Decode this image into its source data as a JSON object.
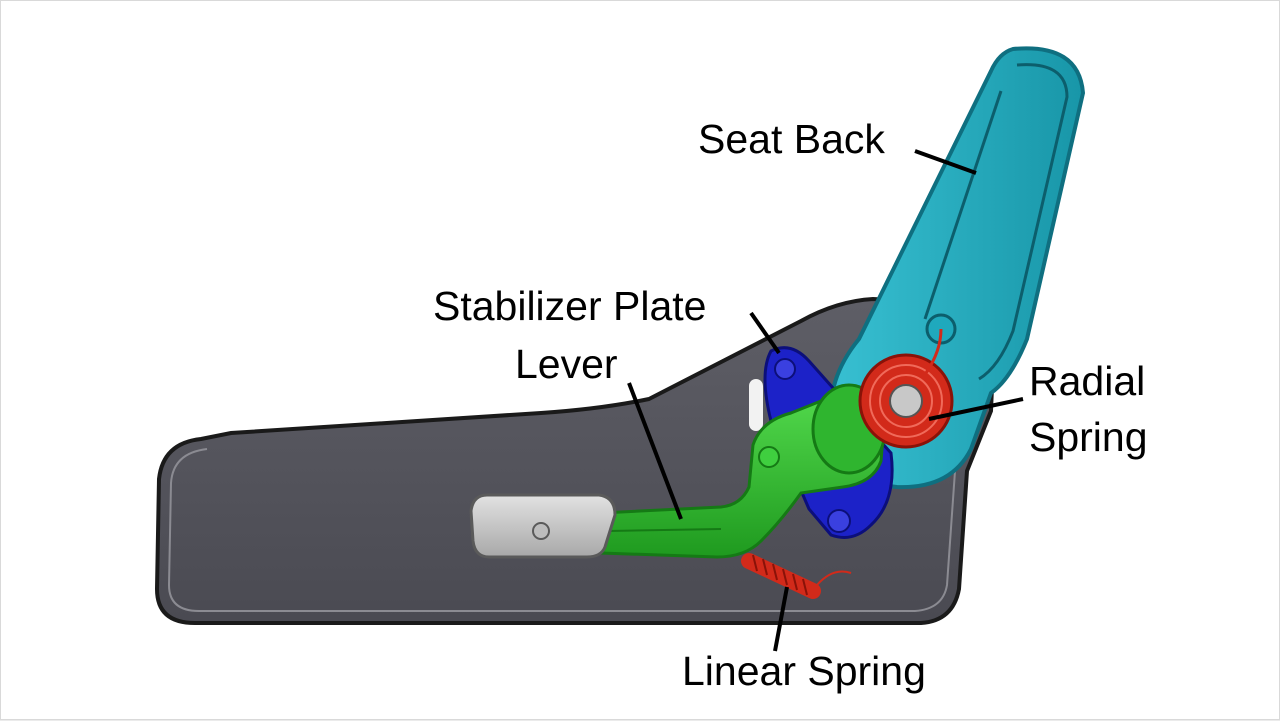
{
  "diagram": {
    "labels": {
      "seat_back": "Seat Back",
      "stabilizer_plate": "Stabilizer Plate",
      "lever": "Lever",
      "radial_spring_line1": "Radial",
      "radial_spring_line2": "Spring",
      "linear_spring": "Linear Spring"
    },
    "colors": {
      "background": "#ffffff",
      "base_plate": "#54545c",
      "base_outline": "#1a1a1a",
      "seat_back": "#1fa9bd",
      "seat_back_edge": "#0f6f80",
      "stabilizer_plate": "#1c22c8",
      "lever": "#2fc02f",
      "lever_edge": "#157a15",
      "spring": "#d22a1a",
      "handle": "#cfcfcf",
      "leader": "#000000"
    }
  }
}
